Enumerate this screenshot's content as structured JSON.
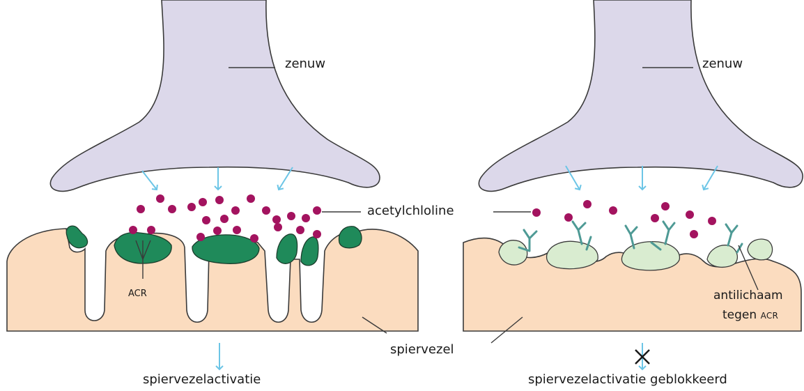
{
  "labels": {
    "nerve_left": "zenuw",
    "nerve_right": "zenuw",
    "acetylcholine": "acetylchloline",
    "acr": "ACR",
    "antibody_line1": "antilichaam",
    "antibody_line2_word": "tegen",
    "antibody_line2_abbr": "ACR",
    "muscle_fiber": "spiervezel",
    "result_left": "spiervezelactivatie",
    "result_right": "spiervezelactivatie geblokkeerd"
  },
  "colors": {
    "nerve": "#dcd8ea",
    "muscle": "#fbdcbf",
    "receptor_active": "#1f8a5a",
    "receptor_blocked": "#d9ecd0",
    "acetylcholine": "#a3135f",
    "arrow": "#6cc5e6",
    "antibody": "#4e9a95",
    "outline": "#3a3a3a"
  }
}
